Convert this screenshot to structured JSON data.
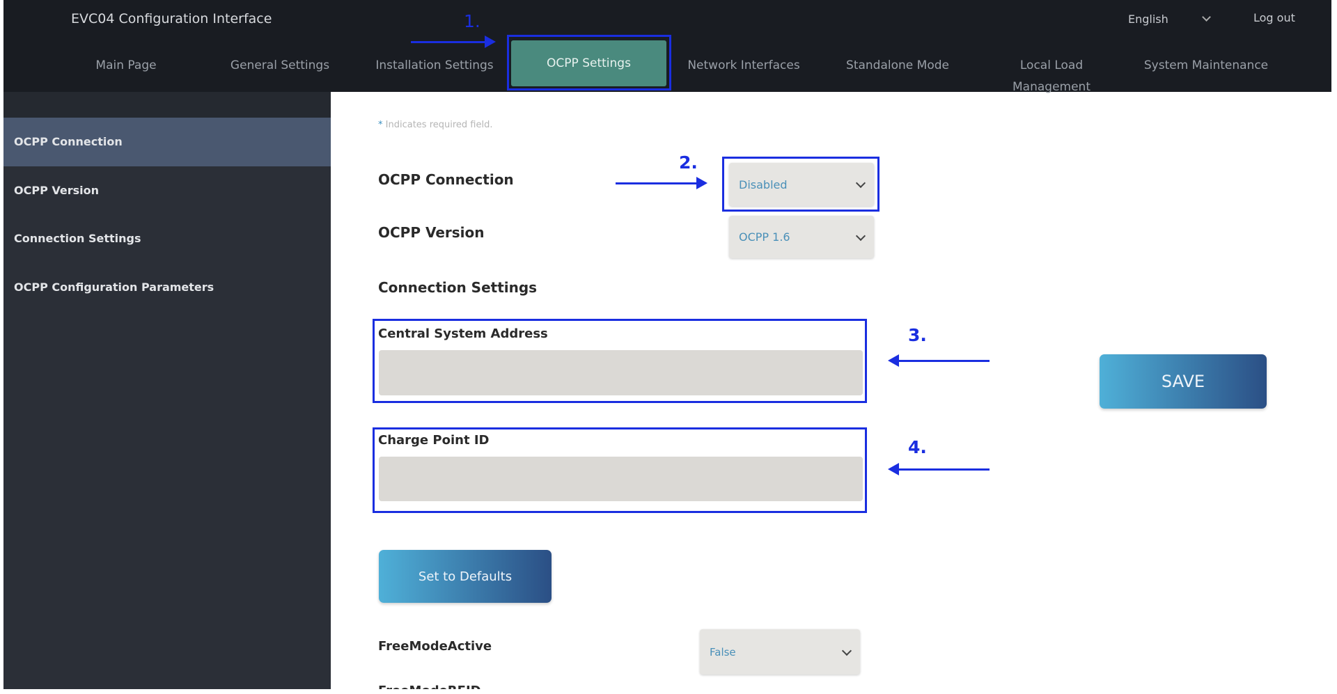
{
  "header": {
    "title": "EVC04 Configuration Interface",
    "language": "English",
    "logout": "Log out",
    "nav": [
      "Main Page",
      "General Settings",
      "Installation Settings",
      "OCPP Settings",
      "Network Interfaces",
      "Standalone Mode",
      "Local Load Management",
      "System Maintenance"
    ],
    "active_nav": "OCPP Settings"
  },
  "sidebar": {
    "items": [
      "OCPP Connection",
      "OCPP Version",
      "Connection Settings",
      "OCPP Configuration Parameters"
    ],
    "active": "OCPP Connection"
  },
  "main": {
    "required_note": "Indicates required field.",
    "ocpp_connection": {
      "label": "OCPP Connection",
      "value": "Disabled"
    },
    "ocpp_version": {
      "label": "OCPP Version",
      "value": "OCPP 1.6"
    },
    "connection_settings": "Connection Settings",
    "central_system_address": {
      "label": "Central System Address",
      "value": ""
    },
    "charge_point_id": {
      "label": "Charge Point ID",
      "value": ""
    },
    "save": "SAVE",
    "set_defaults": "Set to Defaults",
    "free_mode_active": {
      "label": "FreeModeActive",
      "value": "False"
    },
    "free_mode_rfid": "FreeModeRFID"
  },
  "annotations": [
    "1.",
    "2.",
    "3.",
    "4."
  ],
  "colors": {
    "annotation": "#1a2ee0",
    "active_tab": "#4a8a7e",
    "header_bg": "#191c22",
    "sidebar_bg": "#2b2f37",
    "sidebar_active": "#4a5870"
  }
}
